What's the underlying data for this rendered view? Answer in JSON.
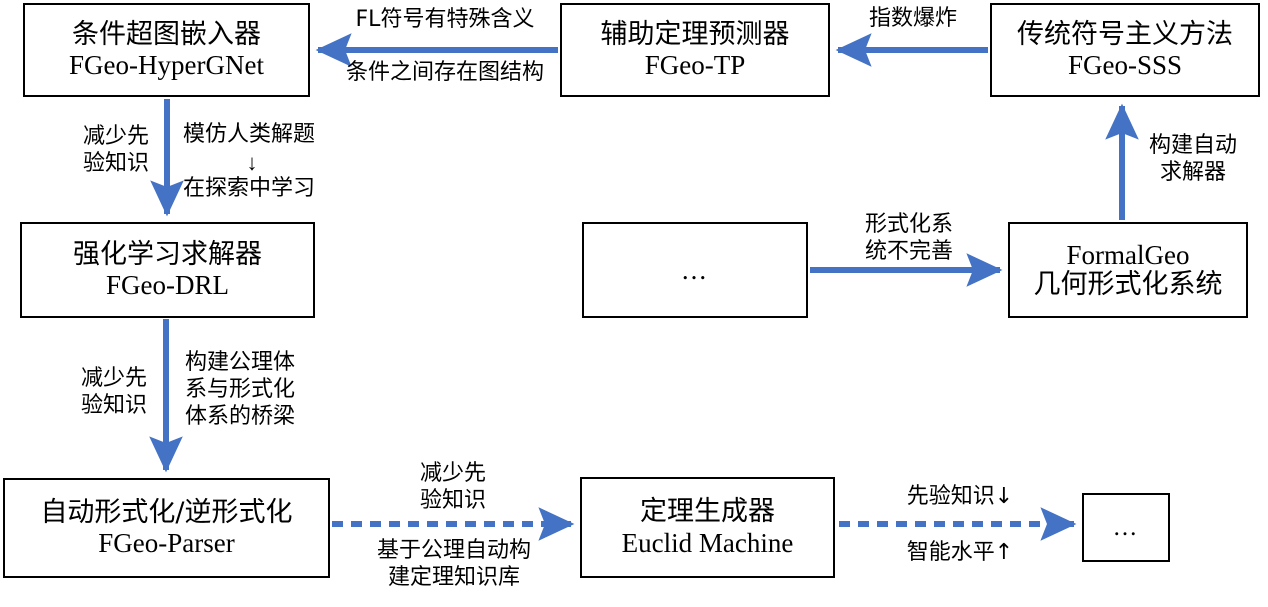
{
  "diagram": {
    "title": "FormalGeo ecosystem relationship diagram",
    "accent_color": "#4472C4",
    "line_color": "#000000",
    "background": "#FFFFFF",
    "nodes": [
      {
        "id": "hypergnet",
        "line1": "条件超图嵌入器",
        "line2": "FGeo-HyperGNet"
      },
      {
        "id": "tp",
        "line1": "辅助定理预测器",
        "line2": "FGeo-TP"
      },
      {
        "id": "sss",
        "line1": "传统符号主义方法",
        "line2": "FGeo-SSS"
      },
      {
        "id": "drl",
        "line1": "强化学习求解器",
        "line2": "FGeo-DRL"
      },
      {
        "id": "ellipsis1",
        "line1": "...",
        "line2": ""
      },
      {
        "id": "formalgeo",
        "line1": "FormalGeo",
        "line2": "几何形式化系统"
      },
      {
        "id": "parser",
        "line1": "自动形式化/逆形式化",
        "line2": "FGeo-Parser"
      },
      {
        "id": "euclid",
        "line1": "定理生成器",
        "line2": "Euclid Machine"
      },
      {
        "id": "ellipsis2",
        "line1": "...",
        "line2": ""
      }
    ],
    "edge_labels": [
      {
        "id": "tp-to-hypergnet-above",
        "text": "FL符号有特殊含义"
      },
      {
        "id": "tp-to-hypergnet-below",
        "text": "条件之间存在图结构"
      },
      {
        "id": "sss-to-tp",
        "text": "指数爆炸"
      },
      {
        "id": "formalgeo-to-sss",
        "text": "构建自动\n求解器"
      },
      {
        "id": "hypergnet-to-drl-left",
        "text": "减少先\n验知识"
      },
      {
        "id": "hypergnet-to-drl-right",
        "text": "模仿人类解题"
      },
      {
        "id": "hypergnet-to-drl-arrow",
        "text": "↓"
      },
      {
        "id": "hypergnet-to-drl-right2",
        "text": "在探索中学习"
      },
      {
        "id": "ellipsis-to-formalgeo",
        "text": "形式化系\n统不完善"
      },
      {
        "id": "drl-to-parser-left",
        "text": "减少先\n验知识"
      },
      {
        "id": "drl-to-parser-right",
        "text": "构建公理体\n系与形式化\n体系的桥梁"
      },
      {
        "id": "parser-to-euclid-above",
        "text": "减少先\n验知识"
      },
      {
        "id": "parser-to-euclid-below",
        "text": "基于公理自动构\n建定理知识库"
      },
      {
        "id": "euclid-to-ellipsis-above",
        "text": "先验知识↓"
      },
      {
        "id": "euclid-to-ellipsis-below",
        "text": "智能水平↑"
      }
    ]
  }
}
